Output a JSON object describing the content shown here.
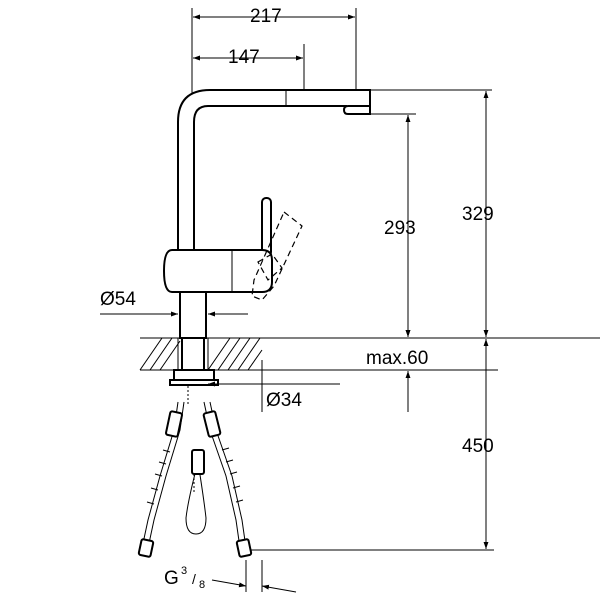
{
  "drawing": {
    "dimensions": {
      "width_total": "217",
      "width_spout": "147",
      "height_outlet": "293",
      "height_total": "329",
      "diameter_base": "Ø54",
      "diameter_hole": "Ø34",
      "max_thickness": "max.60",
      "hose_length": "450",
      "thread": {
        "base": "G",
        "numerator": "3",
        "denominator": "8"
      }
    }
  }
}
